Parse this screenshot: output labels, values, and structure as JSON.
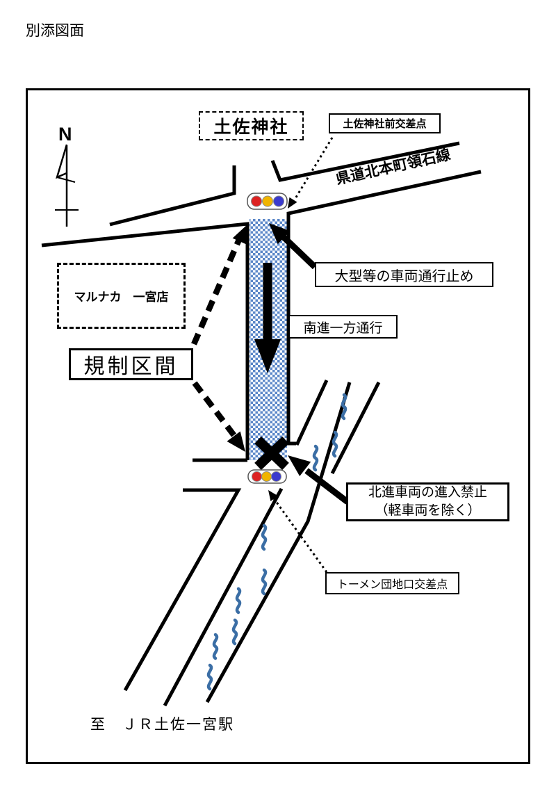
{
  "title": "別添図面",
  "map": {
    "compass_label": "N",
    "shrine_label": "土佐神社",
    "shrine_intersection_label": "土佐神社前交差点",
    "prefectural_road_label": "県道北本町領石線",
    "store_label": "マルナカ　一宮店",
    "regulated_section_label": "規制区間",
    "large_vehicle_ban_label": "大型等の車両通行止め",
    "one_way_south_label": "南進一方通行",
    "no_entry_line1": "北進車両の進入禁止",
    "no_entry_line2": "（軽車両を除く）",
    "tomen_intersection_label": "トーメン団地口交差点",
    "to_station_label": "至　ＪＲ土佐一宮駅",
    "colors": {
      "road_checker": "#5b87c8",
      "river": "#3b6ea5",
      "signal_red": "#dd2222",
      "signal_yellow": "#f0b400",
      "signal_blue": "#3a3ace"
    }
  }
}
